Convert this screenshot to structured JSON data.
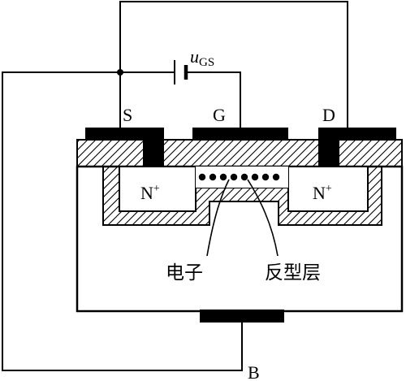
{
  "terminals": {
    "source": "S",
    "gate": "G",
    "drain": "D",
    "body": "B"
  },
  "voltage": {
    "symbol": "u",
    "subscript": "GS"
  },
  "regions": {
    "left_doping": "N",
    "left_doping_sup": "+",
    "right_doping": "N",
    "right_doping_sup": "+"
  },
  "annotations": {
    "electrons": "电子",
    "inversion_layer": "反型层"
  },
  "colors": {
    "line": "#000000",
    "background": "#ffffff",
    "metal": "#000000"
  }
}
